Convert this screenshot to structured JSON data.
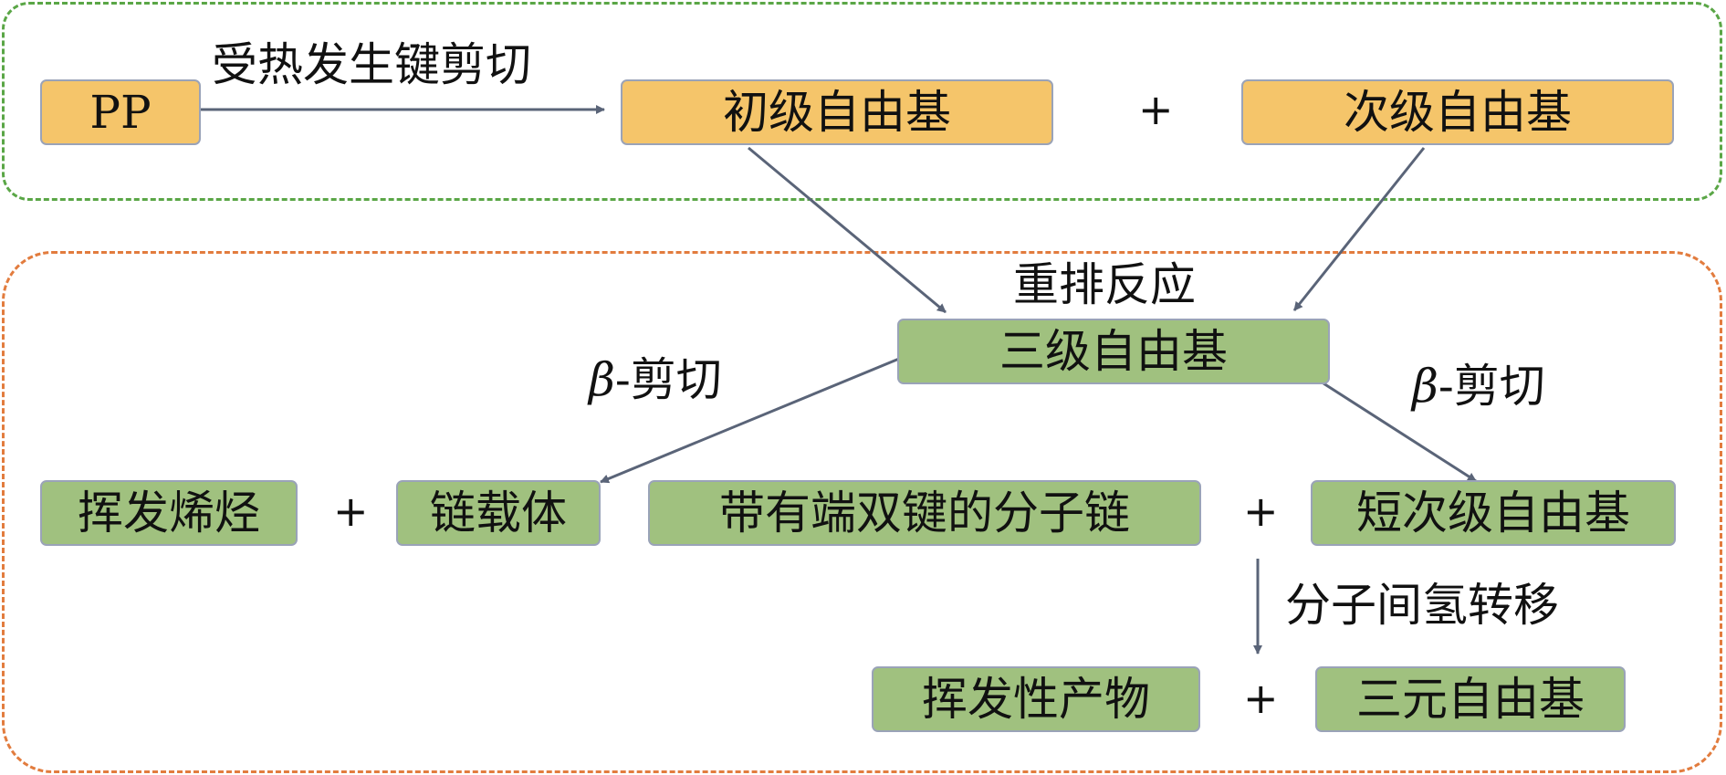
{
  "regions": {
    "top_color": "#5aa646",
    "bottom_color": "#e27c3e"
  },
  "colors": {
    "orange_node": "#f5c56a",
    "green_node": "#a0c17f",
    "arrow": "#5a6478"
  },
  "nodes": {
    "pp": "PP",
    "primary_radical": "初级自由基",
    "secondary_radical": "次级自由基",
    "tertiary_radical": "三级自由基",
    "volatile_olefin": "挥发烯烃",
    "chain_carrier": "链载体",
    "terminal_double_bond_chain": "带有端双键的分子链",
    "short_secondary_radical": "短次级自由基",
    "volatile_product": "挥发性产物",
    "ternary_radical": "三元自由基"
  },
  "labels": {
    "heat_scission": "受热发生键剪切",
    "rearrangement": "重排反应",
    "beta_symbol": "β",
    "beta_scission_suffix": "-剪切",
    "intermolecular_h_transfer": "分子间氢转移",
    "plus": "+"
  }
}
